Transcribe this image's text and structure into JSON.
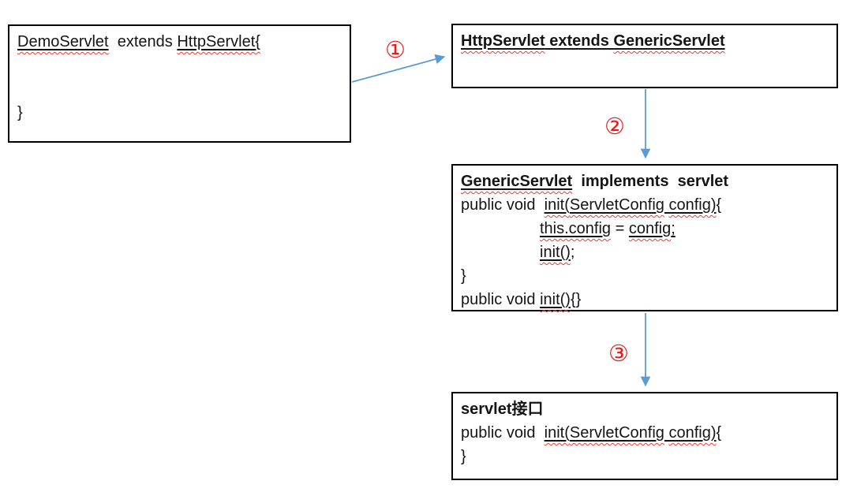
{
  "colors": {
    "arrow_blue": "#5b9bd5",
    "step_red": "#f01616",
    "spellcheck_red": "#f03b2e",
    "border_black": "#000000",
    "text_black": "#151515"
  },
  "step_labels": [
    {
      "text": "①"
    },
    {
      "text": "②"
    },
    {
      "text": "③"
    }
  ],
  "boxes": [
    {
      "id": "demo-servlet",
      "lines": [
        {
          "segments": [
            {
              "text": "DemoServlet",
              "u": true,
              "sp": true
            },
            {
              "text": "  extends "
            },
            {
              "text": "HttpServlet{",
              "u": true,
              "sp": true
            }
          ]
        },
        {
          "segments": []
        },
        {
          "segments": []
        },
        {
          "segments": [
            {
              "text": "}"
            }
          ]
        }
      ]
    },
    {
      "id": "http-servlet",
      "lines": [
        {
          "bold": true,
          "segments": [
            {
              "text": "HttpServlet",
              "u": true,
              "sp": true
            },
            {
              "text": " extends ",
              "u": true
            },
            {
              "text": "GenericServlet",
              "u": true,
              "sp": true
            }
          ]
        }
      ]
    },
    {
      "id": "generic-servlet",
      "lines": [
        {
          "bold": true,
          "segments": [
            {
              "text": "GenericServlet",
              "u": true,
              "sp": true
            },
            {
              "text": "  implements  servlet"
            }
          ]
        },
        {
          "segments": [
            {
              "text": "public void  "
            },
            {
              "text": "init(",
              "u": true,
              "sp": true
            },
            {
              "text": "ServletConfig",
              "u": true,
              "sp": true
            },
            {
              "text": " ",
              "u": true
            },
            {
              "text": "config)",
              "u": true,
              "sp": true
            },
            {
              "text": "{"
            }
          ]
        },
        {
          "indent": true,
          "segments": [
            {
              "text": "this.config",
              "u": true,
              "sp": true
            },
            {
              "text": " = "
            },
            {
              "text": "config",
              "u": true,
              "sp": true
            },
            {
              "text": ";",
              "u": true
            }
          ]
        },
        {
          "indent": true,
          "segments": [
            {
              "text": "init()",
              "u": true,
              "sp": true
            },
            {
              "text": ";"
            }
          ]
        },
        {
          "segments": [
            {
              "text": "}"
            }
          ]
        },
        {
          "segments": [
            {
              "text": "public void "
            },
            {
              "text": "init()",
              "u": true,
              "sp": true
            },
            {
              "text": "{}"
            }
          ]
        }
      ]
    },
    {
      "id": "servlet-interface",
      "lines": [
        {
          "bold": true,
          "segments": [
            {
              "text": "servlet接口"
            }
          ]
        },
        {
          "segments": [
            {
              "text": "public void  "
            },
            {
              "text": "init(",
              "u": true,
              "sp": true
            },
            {
              "text": "ServletConfig",
              "u": true,
              "sp": true
            },
            {
              "text": " ",
              "u": true
            },
            {
              "text": "config)",
              "u": true,
              "sp": true
            },
            {
              "text": "{"
            }
          ]
        },
        {
          "segments": [
            {
              "text": "}"
            }
          ]
        }
      ]
    }
  ]
}
